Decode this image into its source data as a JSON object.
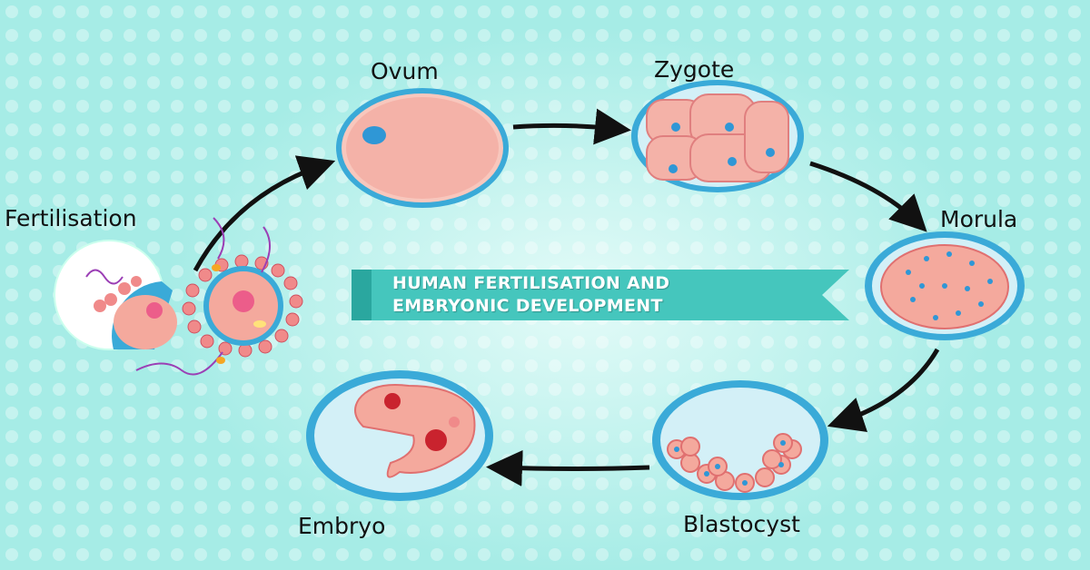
{
  "title": {
    "line1": "HUMAN FERTILISATION AND",
    "line2": "EMBRYONIC DEVELOPMENT"
  },
  "stages": {
    "fertilisation": "Fertilisation",
    "ovum": "Ovum",
    "zygote": "Zygote",
    "morula": "Morula",
    "blastocyst": "Blastocyst",
    "embryo": "Embryo"
  },
  "colors": {
    "background": "#a6ece6",
    "banner": "#45c6bd",
    "cell": "#f4b2a8",
    "nucleus": "#2f97d6",
    "membrane": "#3aaad8"
  }
}
